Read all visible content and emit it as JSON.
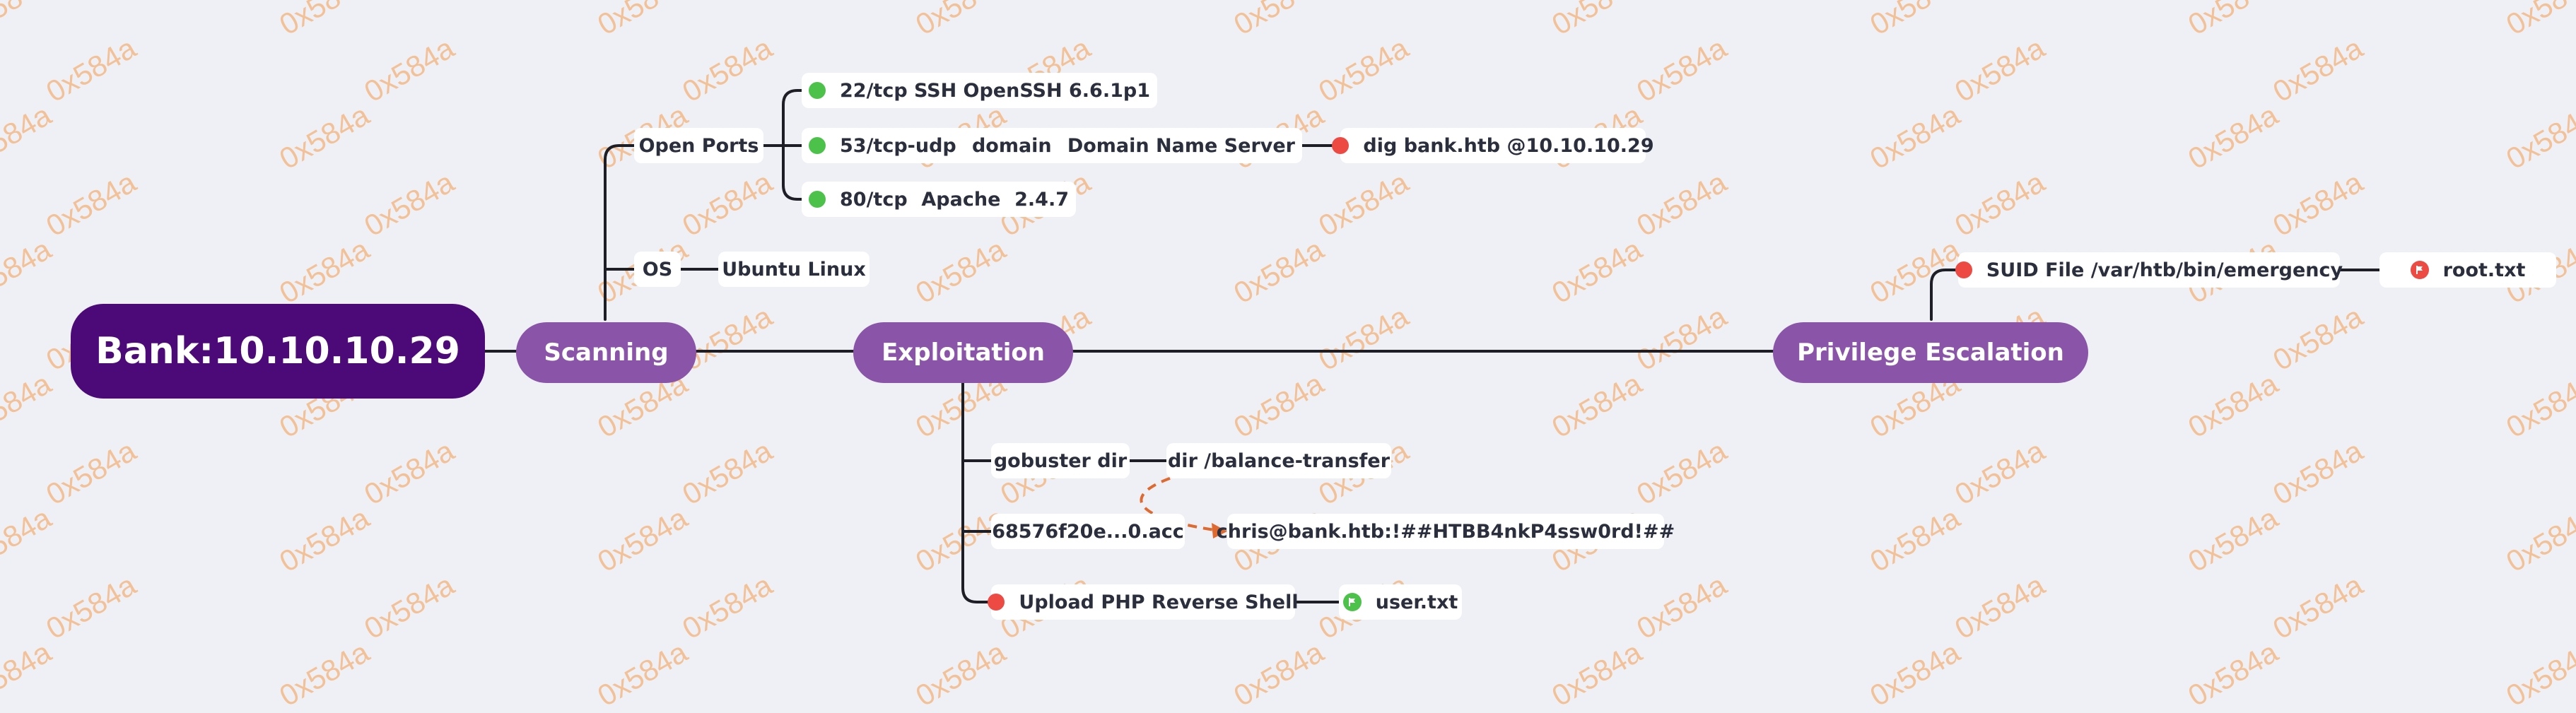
{
  "watermark": "0x584a",
  "root": {
    "label": "Bank:10.10.10.29"
  },
  "scanning": {
    "label": "Scanning",
    "open_ports": {
      "label": "Open Ports",
      "ports": [
        {
          "port": "22/tcp",
          "service": "SSH",
          "version": "OpenSSH 6.6.1p1",
          "status": "open"
        },
        {
          "port": "53/tcp-udp",
          "service": "domain",
          "version": "Domain Name Server",
          "status": "open"
        },
        {
          "port": "80/tcp",
          "service": "Apache",
          "version": "2.4.7",
          "status": "open"
        }
      ],
      "dns_command": "dig bank.htb @10.10.10.29"
    },
    "os": {
      "label": "OS",
      "value": "Ubuntu Linux"
    }
  },
  "exploitation": {
    "label": "Exploitation",
    "gobuster": {
      "label": "gobuster dir",
      "result": "dir /balance-transfer"
    },
    "acc_file": "68576f20e...0.acc",
    "credentials": "chris@bank.htb:!##HTBB4nkP4ssw0rd!##",
    "shell": {
      "label": "Upload PHP Reverse Shell",
      "flag": "user.txt"
    }
  },
  "privesc": {
    "label": "Privilege Escalation",
    "suid": "SUID File /var/htb/bin/emergency",
    "flag": "root.txt"
  },
  "colors": {
    "root_bg": "#4b0a78",
    "topic_bg": "#8a55a8",
    "status_green": "#4cc24a",
    "status_red": "#ec4a43",
    "dashed_link": "#e0692f",
    "watermark": "#f4b987"
  }
}
